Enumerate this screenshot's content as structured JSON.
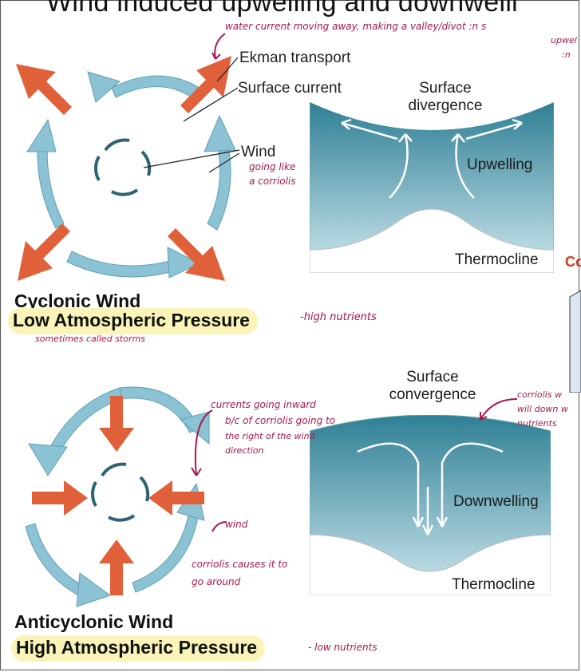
{
  "title": "Wind induced upwelling and downwelli",
  "labels": {
    "ekman": "Ekman transport",
    "surface_current": "Surface current",
    "wind": "Wind"
  },
  "top": {
    "surface_label_1": "Surface",
    "surface_label_2": "divergence",
    "process": "Upwelling",
    "thermocline": "Thermocline",
    "wind_title": "Cyclonic Wind",
    "pressure": "Low Atmospheric Pressure",
    "right_partial": "Co"
  },
  "bottom": {
    "surface_label_1": "Surface",
    "surface_label_2": "convergence",
    "process": "Downwelling",
    "thermocline": "Thermocline",
    "wind_title": "Anticyclonic Wind",
    "pressure": "High Atmospheric Pressure"
  },
  "notes": {
    "ekman_note": "water current moving away, making a valley/divot :n s",
    "ekman_note_2": "upwel",
    "ekman_note_3": ":n",
    "wind_note_1": "going like",
    "wind_note_2": "a corriolis",
    "low_pressure_note": "-high nutrients",
    "storms_note": "sometimes called storms",
    "bottom_note_1": "currents going inward",
    "bottom_note_2": "b/c of corriolis going to",
    "bottom_note_3": "the right of the wind",
    "bottom_note_4": "direction",
    "wind_small": "wind",
    "coriolis_1": "corriolis causes it to",
    "coriolis_2": "go around",
    "right_note_1": "corriolis w",
    "right_note_2": "will down w",
    "right_note_3": "nutrients",
    "high_pressure_note": "- low nutrients"
  },
  "colors": {
    "orange_arrow": "#e0603a",
    "blue_arrow": "#8cc3d4",
    "water_dark": "#2f7f95",
    "water_light": "#cfe8ee",
    "highlight": "#fbf4b9",
    "handwriting": "#a8174a"
  }
}
